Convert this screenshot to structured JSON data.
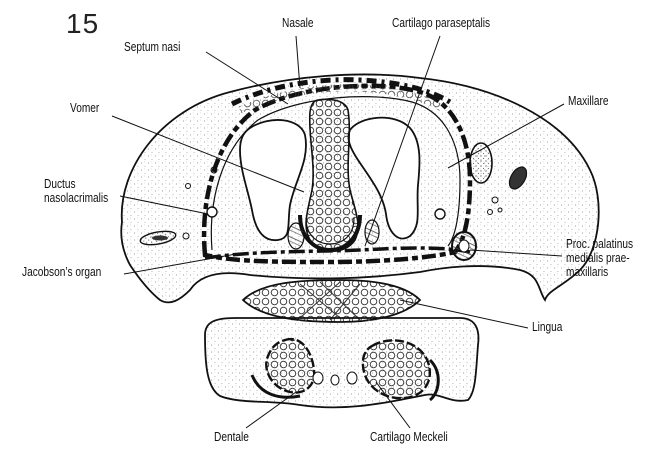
{
  "figure": {
    "number": "15",
    "colors": {
      "ink": "#111111",
      "stipple": "#888888",
      "background": "#ffffff"
    }
  },
  "labels": {
    "nasale": "Nasale",
    "cartilago_paraseptalis": "Cartilago paraseptalis",
    "septum_nasi": "Septum nasi",
    "maxillare": "Maxillare",
    "vomer": "Vomer",
    "ductus_nasolacrimalis": "Ductus\nnasolacrimalis",
    "jacobsons_organ": "Jacobson’s organ",
    "proc_palatinus": "Proc. palatinus\nmedialis prae-\nmaxillaris",
    "lingua": "Lingua",
    "dentale": "Dentale",
    "cartilago_meckeli": "Cartilago Meckeli"
  }
}
